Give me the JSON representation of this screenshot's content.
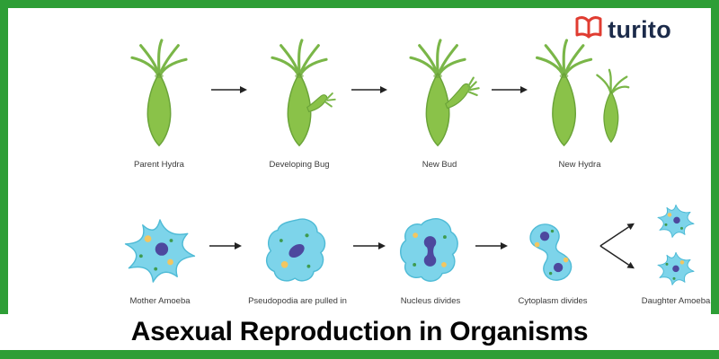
{
  "logo": {
    "brand": "turito"
  },
  "title_banner": {
    "text": "Asexual Reproduction in Organisms"
  },
  "hydra_sequence": {
    "stages": [
      {
        "label": "Parent Hydra"
      },
      {
        "label": "Developing Bug"
      },
      {
        "label": "New Bud"
      },
      {
        "label": "New Hydra"
      }
    ]
  },
  "amoeba_sequence": {
    "stages": [
      {
        "label": "Mother Amoeba"
      },
      {
        "label": "Pseudopodia are pulled in"
      },
      {
        "label": "Nucleus divides"
      },
      {
        "label": "Cytoplasm divides"
      },
      {
        "label": "Daughter Amoeba"
      }
    ]
  },
  "colors": {
    "frame_green": "#2E9E36",
    "hydra_green": "#8AC249",
    "amoeba_blue": "#7DD4EA",
    "nucleus_purple": "#4D489E",
    "yellow_granule": "#F2C661",
    "green_granule": "#3E9B4F",
    "logo_red": "#E03C31",
    "logo_text_color": "#1C2B4A",
    "arrow_color": "#222222"
  }
}
